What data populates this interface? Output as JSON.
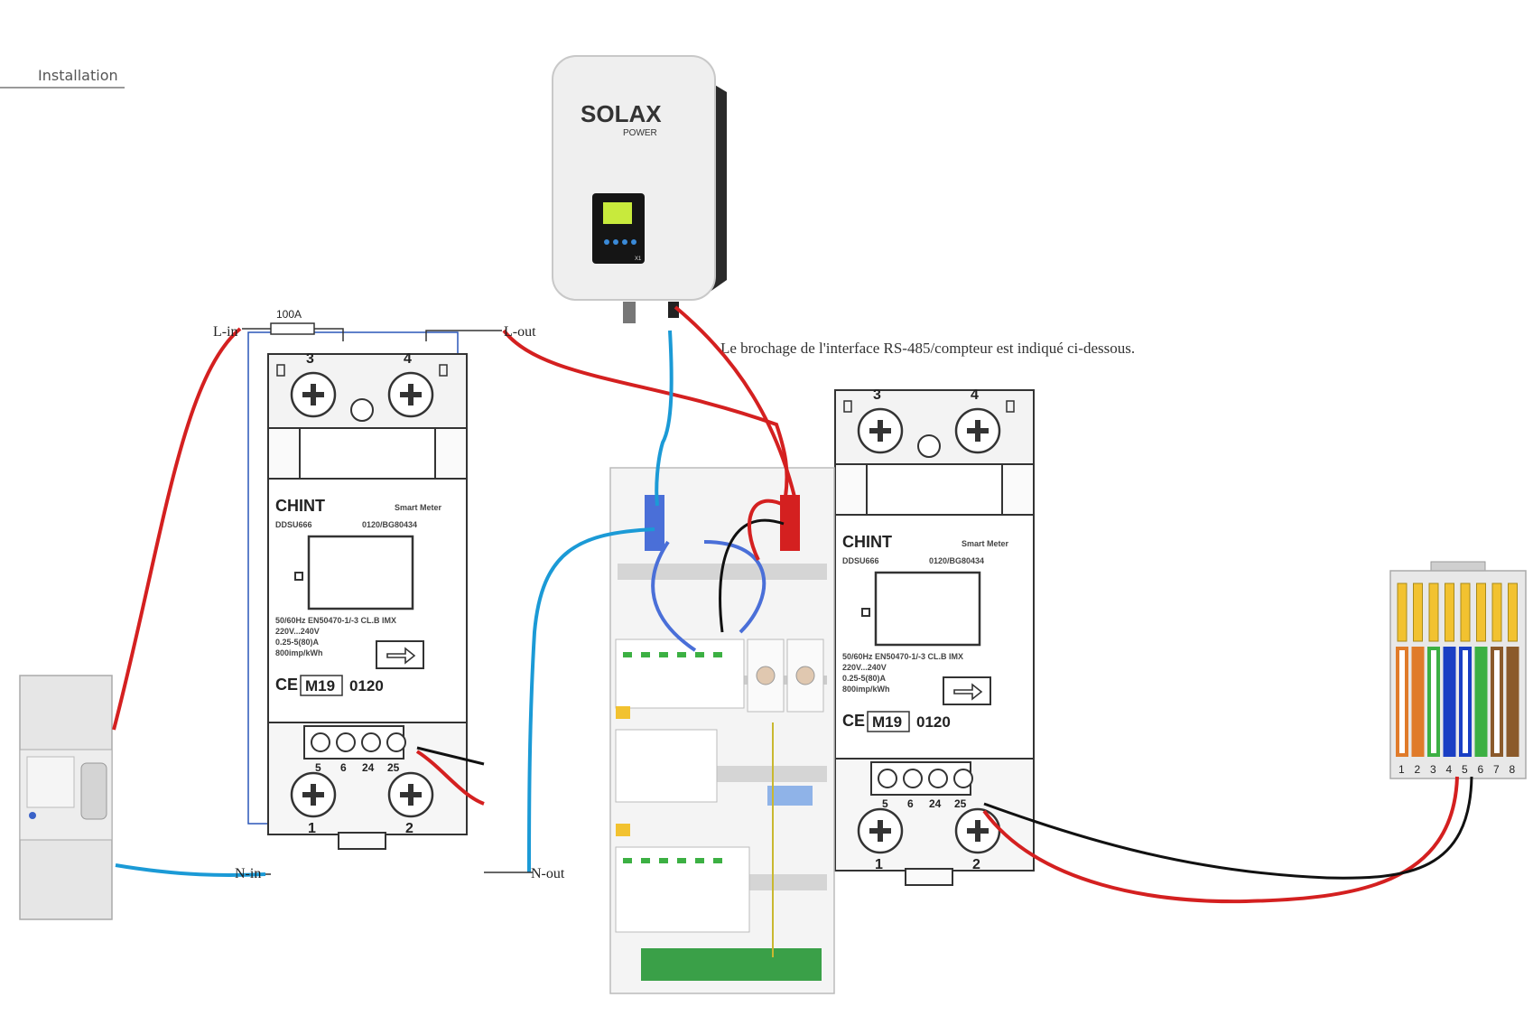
{
  "header": {
    "section": "Installation"
  },
  "note": "Le brochage de l'interface RS-485/compteur est indiqué ci-dessous.",
  "wiring": {
    "l_in": "L-in",
    "l_out": "L-out",
    "n_in": "N-in",
    "n_out": "N-out",
    "fuse": "100A"
  },
  "inverter": {
    "brand": "SOLAX",
    "sub": "POWER",
    "model": "X1"
  },
  "meter": {
    "brand": "CHINT",
    "smart": "Smart Meter",
    "model": "DDSU666",
    "serial": "0120/BG80434",
    "spec1": "50/60Hz EN50470-1/-3 CL.B IMX",
    "spec2": "220V...240V",
    "spec3": "0.25-5(80)A",
    "spec4": "800imp/kWh",
    "mark": "M19",
    "code": "0120",
    "ce": "CE",
    "top_terms": [
      "3",
      "4"
    ],
    "bottom_terms": [
      "5",
      "6",
      "24",
      "25"
    ],
    "main_terms": [
      "1",
      "2"
    ]
  },
  "rj45": {
    "pins": [
      "1",
      "2",
      "3",
      "4",
      "5",
      "6",
      "7",
      "8"
    ]
  },
  "colors": {
    "live": "#d42020",
    "neutral": "#1b9ad6",
    "signal": "#111111",
    "pin_orange": "#e07b2a",
    "pin_green": "#3cb043",
    "pin_blue": "#1a3fc4",
    "pin_brown": "#8b5a2b",
    "pin_yellow": "#f2c230"
  }
}
